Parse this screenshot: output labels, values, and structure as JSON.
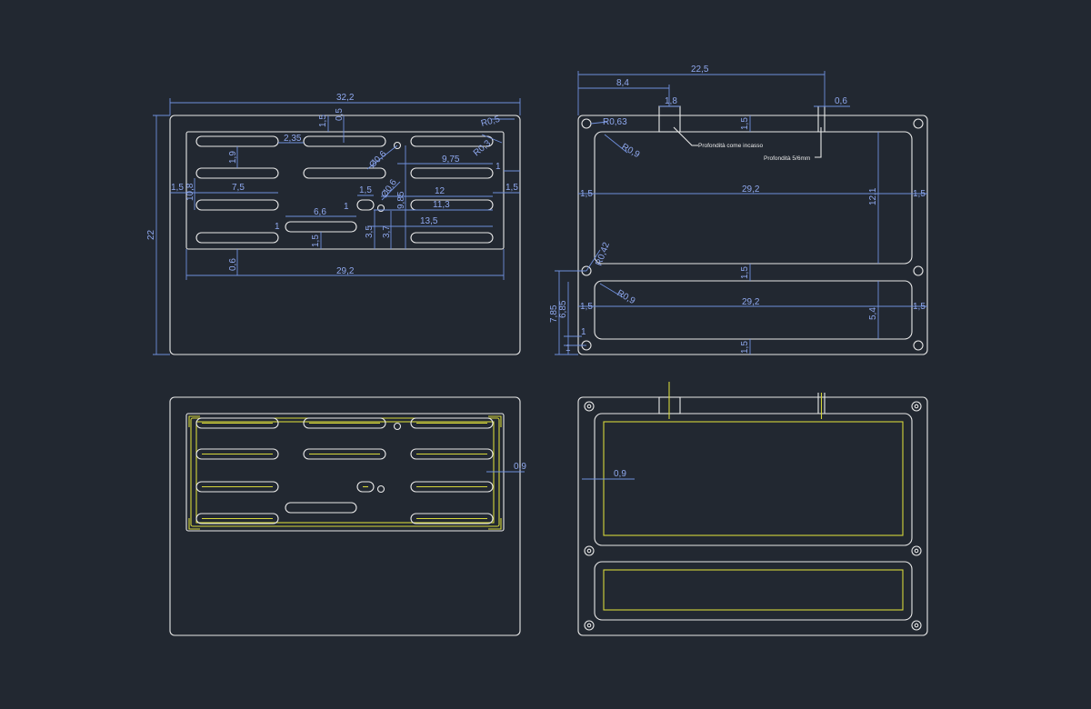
{
  "colors": {
    "background": "#222831",
    "outline": "#e8e8e8",
    "dimension": "#6f8fdc",
    "highlight": "#d6d63a"
  },
  "view_top_left": {
    "dims": {
      "overall_width": "32,2",
      "overall_height": "22",
      "top_small_1": "1,5",
      "top_small_2": "0,5",
      "radius_corner": "R0,5",
      "slot_gap": "2,35",
      "radius_3": "R0,3",
      "hole_dia": "Ø0,6",
      "slot_height": "1,9",
      "dist_975": "9,75",
      "right_1": "1",
      "left_margin": "1,5",
      "height_108": "10,8",
      "slot_len_75": "7,5",
      "small_15": "1,5",
      "hole_dia_2": "Ø0,6",
      "dist_12": "12",
      "right_margin": "1,5",
      "dist_113": "11,3",
      "vert_985": "9,85",
      "small_1": "1",
      "long_slot": "6,6",
      "dist_135": "13,5",
      "one": "1",
      "v_35": "3,5",
      "v_37": "3,7",
      "v_15b": "1,5",
      "v_06": "0,6",
      "inner_width": "29,2"
    }
  },
  "view_top_right": {
    "dims": {
      "overall_width": "22,5",
      "offset_84": "8,4",
      "notch_width": "1,8",
      "pin_width": "0,6",
      "radius_063": "R0,63",
      "top_15": "1,5",
      "radius_09": "R0,9",
      "left_15": "1,5",
      "inner_292": "29,2",
      "height_121": "12,1",
      "right_15": "1,5",
      "mid_15": "1,5",
      "radius_042": "R0,42",
      "radius_09b": "R0,9",
      "left_15b": "1,5",
      "inner_292b": "29,2",
      "height_54": "5,4",
      "right_15b": "1,5",
      "v_785": "7,85",
      "v_685": "6,85",
      "v_1": "1",
      "v_1b": "1",
      "bottom_15": "1,5"
    },
    "notes": {
      "recess_depth": "Profondità come incasso",
      "depth_56": "Profondità 5/6mm"
    }
  },
  "view_bottom_left": {
    "dims": {
      "offset_09": "0,9"
    }
  },
  "view_bottom_right": {
    "dims": {
      "offset_09": "0,9"
    }
  }
}
